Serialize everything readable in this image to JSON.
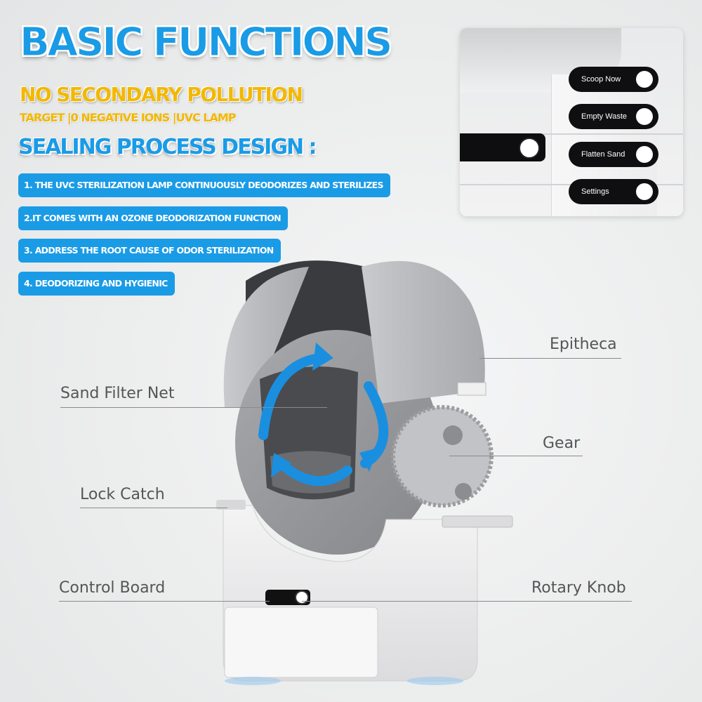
{
  "title": "BASIC FUNCTIONS",
  "subtitle": "NO SECONDARY POLLUTION",
  "tagline": "TARGET |0 NEGATIVE IONS |UVC LAMP",
  "section_heading": "SEALING PROCESS DESIGN :",
  "features": [
    "1. THE UVC STERILIZATION LAMP CONTINUOUSLY DEODORIZES AND STERILIZES",
    "2.IT COMES WITH AN OZONE DEODORIZATION FUNCTION",
    "3. ADDRESS THE ROOT CAUSE OF ODOR STERILIZATION",
    "4. DEODORIZING AND HYGIENIC"
  ],
  "control_panel": {
    "buttons": [
      "Scoop Now",
      "Empty Waste",
      "Flatten Sand",
      "Settings"
    ]
  },
  "callouts": {
    "epitheca": "Epitheca",
    "sand_filter_net": "Sand Filter Net",
    "gear": "Gear",
    "lock_catch": "Lock Catch",
    "control_board": "Control Board",
    "rotary_knob": "Rotary Knob"
  },
  "colors": {
    "accent_blue": "#1a9be6",
    "accent_yellow": "#f2b800"
  }
}
